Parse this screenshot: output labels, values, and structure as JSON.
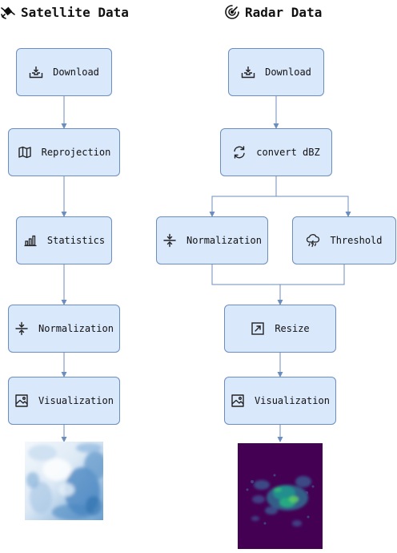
{
  "satellite": {
    "title": "Satellite Data",
    "title_icon": "satellite-icon",
    "steps": [
      {
        "label": "Download",
        "icon": "download-icon"
      },
      {
        "label": "Reprojection",
        "icon": "map-icon"
      },
      {
        "label": "Statistics",
        "icon": "bar-chart-icon"
      },
      {
        "label": "Normalization",
        "icon": "compress-arrows-icon"
      },
      {
        "label": "Visualization",
        "icon": "image-icon"
      }
    ],
    "output_image": "satellite-cloud-image"
  },
  "radar": {
    "title": "Radar Data",
    "title_icon": "radar-icon",
    "steps": {
      "download": {
        "label": "Download",
        "icon": "download-icon"
      },
      "convert": {
        "label": "convert dBZ",
        "icon": "refresh-icon"
      },
      "normalization": {
        "label": "Normalization",
        "icon": "compress-arrows-icon"
      },
      "threshold": {
        "label": "Threshold",
        "icon": "storm-cloud-icon"
      },
      "resize": {
        "label": "Resize",
        "icon": "resize-icon"
      },
      "visualization": {
        "label": "Visualization",
        "icon": "image-icon"
      }
    },
    "output_image": "radar-reflectivity-image"
  },
  "colors": {
    "node_fill": "#dae8fc",
    "node_stroke": "#6c8ebf",
    "edge": "#6c8ebf",
    "radar_background": "#440154",
    "satellite_base": "#e8f1fa"
  }
}
